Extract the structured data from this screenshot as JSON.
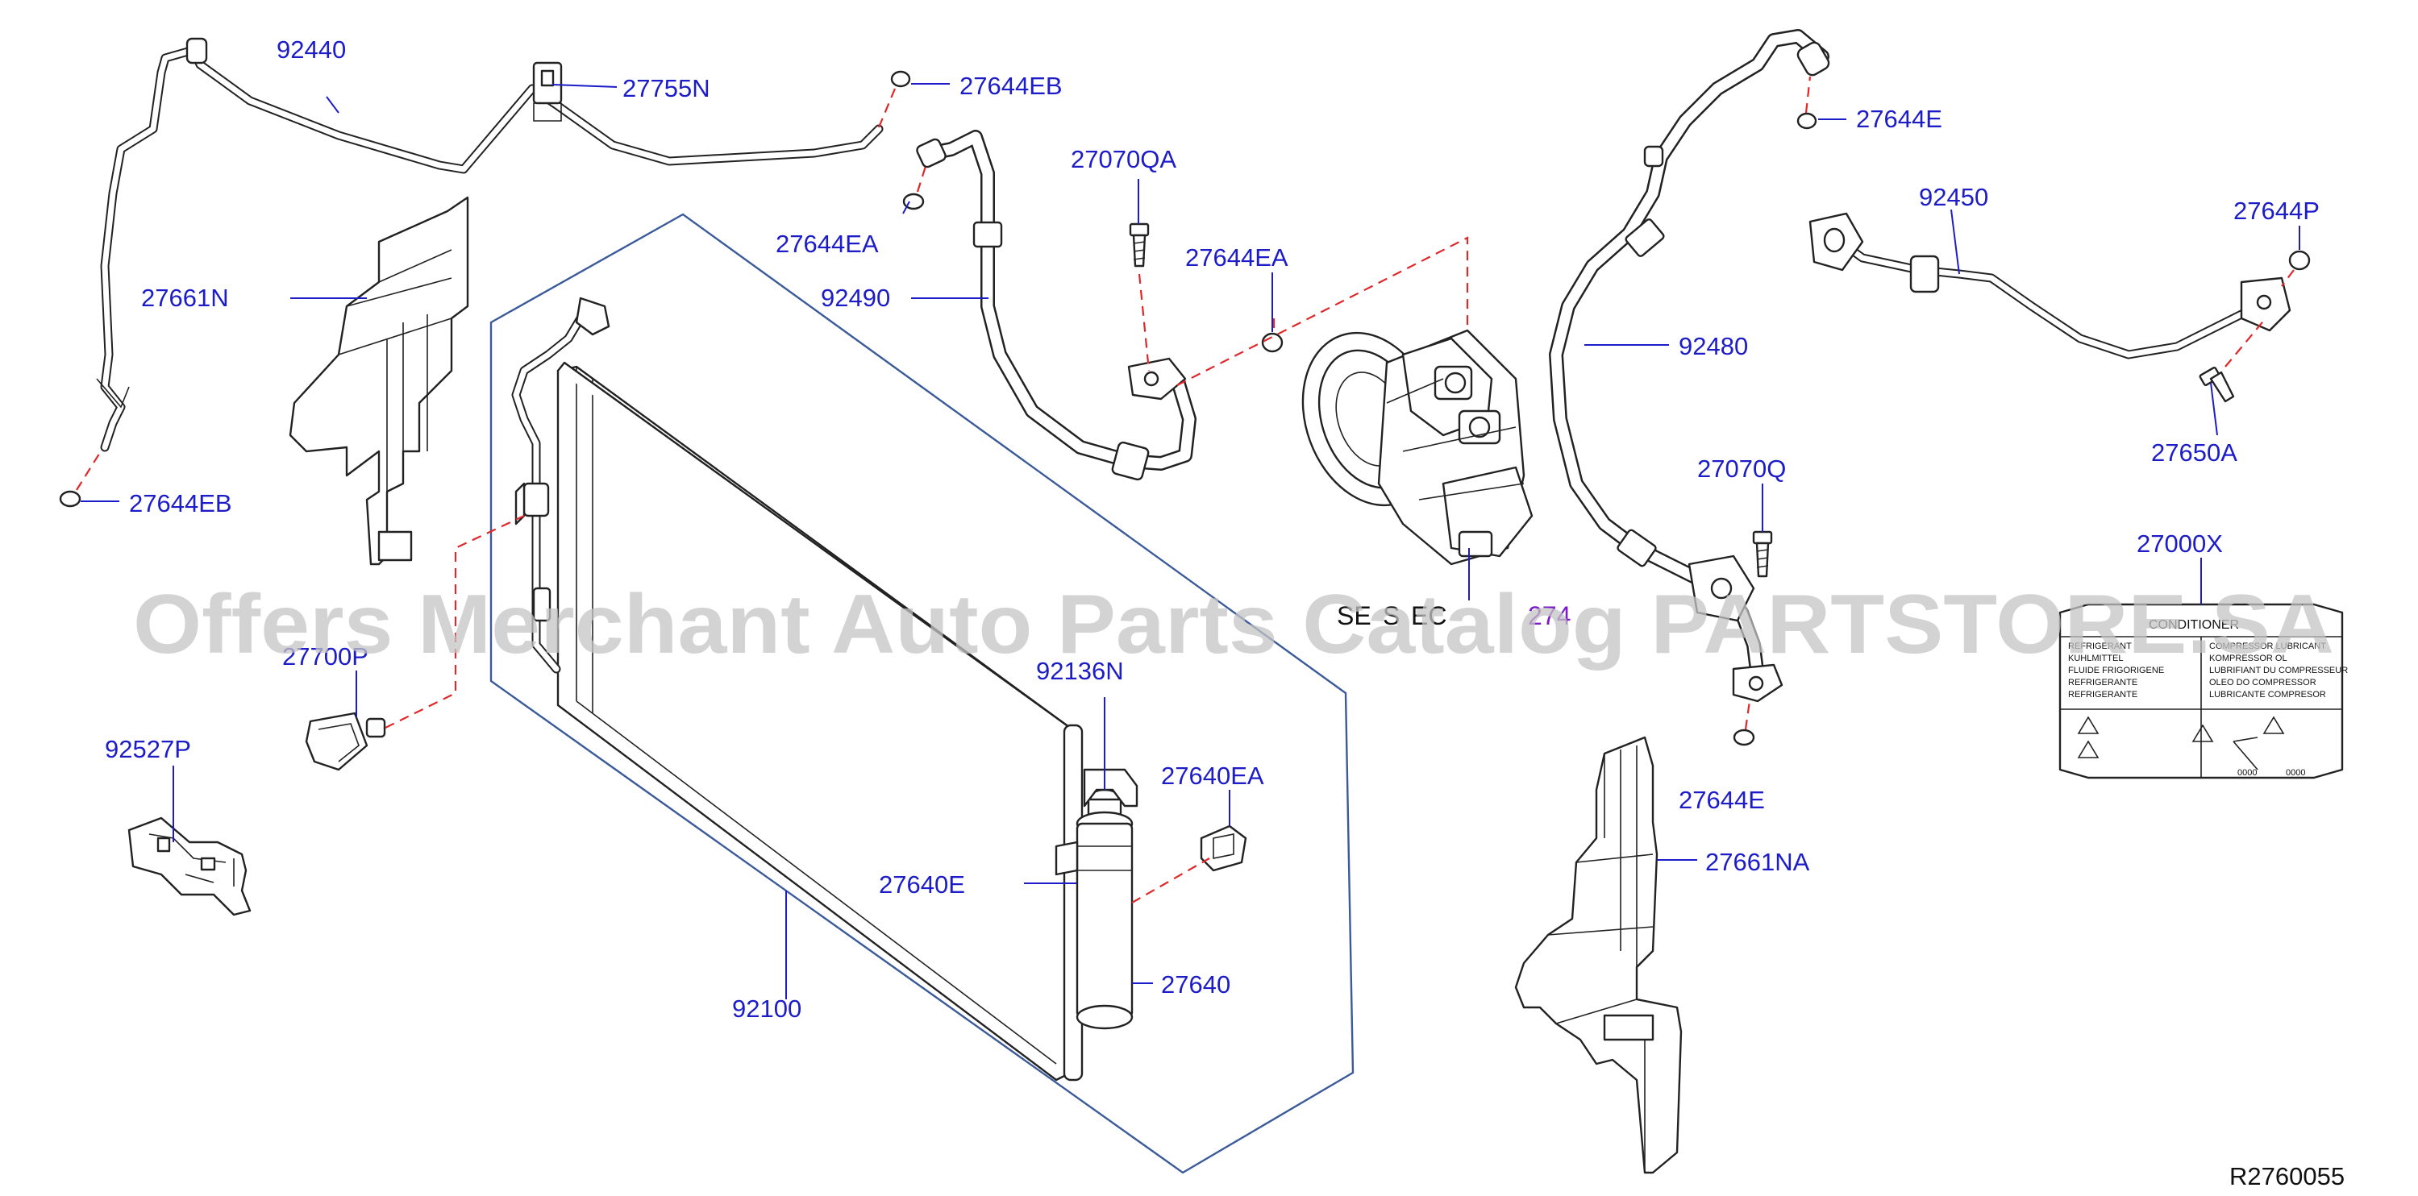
{
  "parts": {
    "p92440": "92440",
    "p27755N": "27755N",
    "p27644EB_top": "27644EB",
    "p27644EB_left": "27644EB",
    "p27661N": "27661N",
    "p27070QA": "27070QA",
    "p27644EA_a": "27644EA",
    "p27644EA_b": "27644EA",
    "p92490": "92490",
    "p27644E_top": "27644E",
    "p92450": "92450",
    "p27644P": "27644P",
    "p92480": "92480",
    "p27650A": "27650A",
    "p27070Q": "27070Q",
    "p27000X": "27000X",
    "p27700P": "27700P",
    "p92136N": "92136N",
    "p27640EA": "27640EA",
    "p92527P": "92527P",
    "p27640E": "27640E",
    "p27644E_bottom": "27644E",
    "p27661NA": "27661NA",
    "p27640": "27640",
    "p92100": "92100"
  },
  "section_reference": {
    "prefix": "SE",
    "middle": "S",
    "suffix": "EC",
    "number": "274"
  },
  "caution_label": {
    "heading": "CONDITIONER",
    "col1": [
      "REFRIGERANT",
      "KUHLMITTEL",
      "FLUIDE FRIGORIGENE",
      "REFRIGERANTE",
      "REFRIGERANTE"
    ],
    "col2": [
      "COMPRESSOR LUBRICANT",
      "KOMPRESSOR OL",
      "LUBRIFIANT DU COMPRESSEUR",
      "OLEO DO COMPRESSOR",
      "LUBRICANTE COMPRESOR"
    ],
    "codes": [
      "0000",
      "0000"
    ]
  },
  "watermark": "Offers Merchant Auto Parts Catalog PARTSTORE.SA",
  "diagram_ref": "R2760055",
  "colors": {
    "label_blue": "#1c1cc8",
    "dashed_red": "#e0282a",
    "frame_blue": "#3a5a9a",
    "watermark_gray": "#c4c4c4"
  }
}
